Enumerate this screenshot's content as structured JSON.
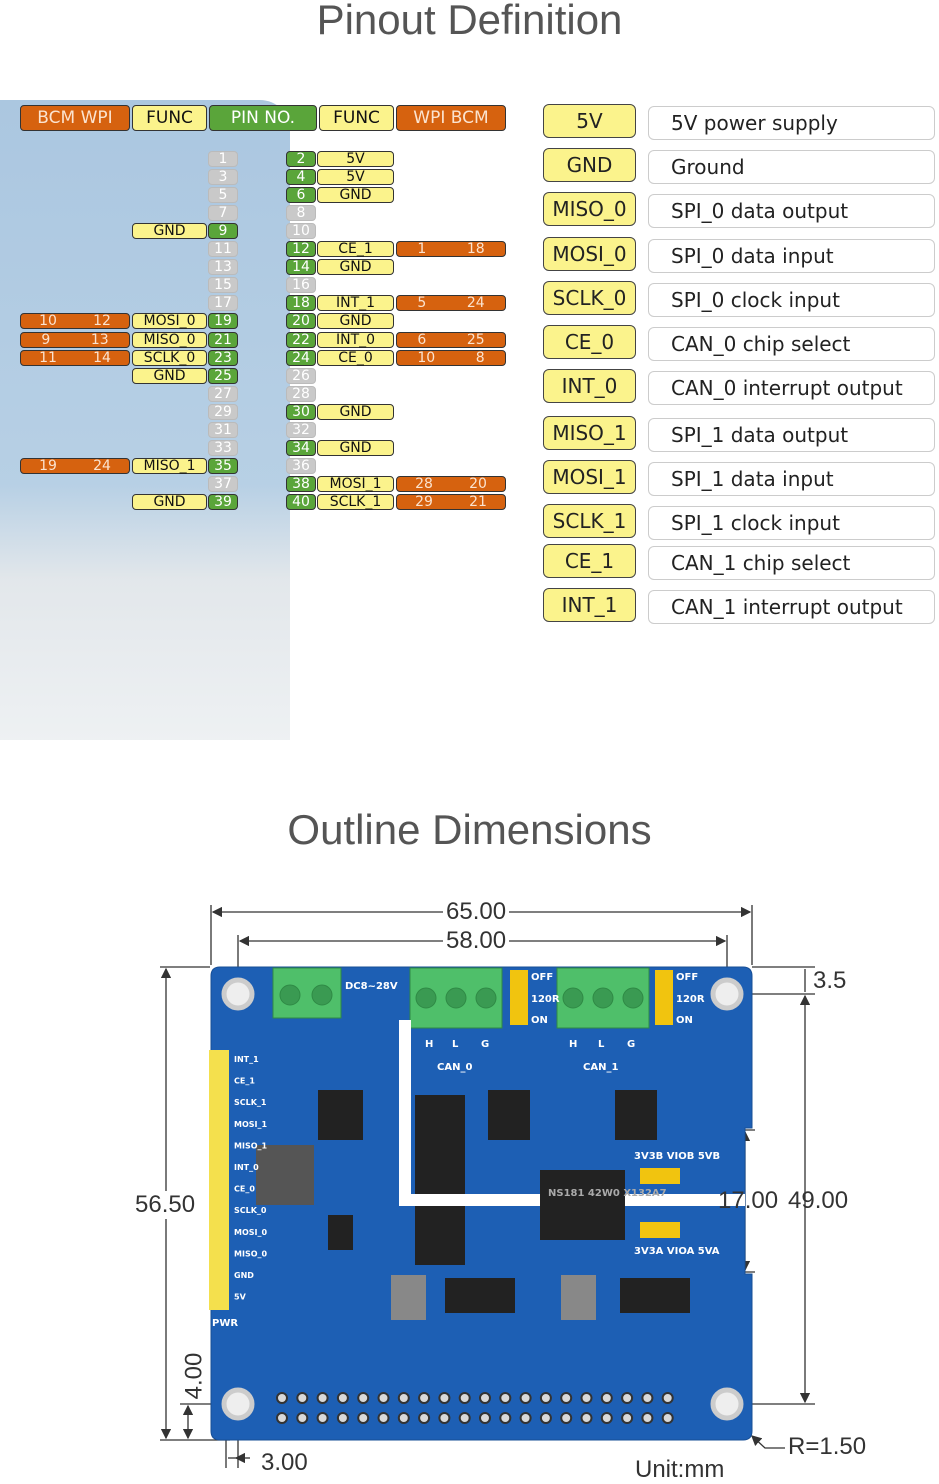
{
  "pinout": {
    "title": "Pinout Definition",
    "headers": {
      "left_bcm_wpi": "BCM  WPI",
      "left_func": "FUNC",
      "pin_no": "PIN NO.",
      "right_func": "FUNC",
      "right_wpi_bcm": "WPI  BCM"
    },
    "rows": [
      {
        "l_pin": "1",
        "r_pin": "2",
        "r_func": "5V"
      },
      {
        "l_pin": "3",
        "r_pin": "4",
        "r_func": "5V"
      },
      {
        "l_pin": "5",
        "r_pin": "6",
        "r_func": "GND"
      },
      {
        "l_pin": "7",
        "r_pin": "8"
      },
      {
        "l_pin": "9",
        "l_func": "GND",
        "r_pin": "10"
      },
      {
        "l_pin": "11",
        "r_pin": "12",
        "r_func": "CE_1",
        "r_wpi": "1",
        "r_bcm": "18"
      },
      {
        "l_pin": "13",
        "r_pin": "14",
        "r_func": "GND"
      },
      {
        "l_pin": "15",
        "r_pin": "16"
      },
      {
        "l_pin": "17",
        "r_pin": "18",
        "r_func": "INT_1",
        "r_wpi": "5",
        "r_bcm": "24"
      },
      {
        "l_pin": "19",
        "l_func": "MOSI_0",
        "l_bcm": "10",
        "l_wpi": "12",
        "r_pin": "20",
        "r_func": "GND"
      },
      {
        "l_pin": "21",
        "l_func": "MISO_0",
        "l_bcm": "9",
        "l_wpi": "13",
        "r_pin": "22",
        "r_func": "INT_0",
        "r_wpi": "6",
        "r_bcm": "25"
      },
      {
        "l_pin": "23",
        "l_func": "SCLK_0",
        "l_bcm": "11",
        "l_wpi": "14",
        "r_pin": "24",
        "r_func": "CE_0",
        "r_wpi": "10",
        "r_bcm": "8"
      },
      {
        "l_pin": "25",
        "l_func": "GND",
        "r_pin": "26"
      },
      {
        "l_pin": "27",
        "r_pin": "28"
      },
      {
        "l_pin": "29",
        "r_pin": "30",
        "r_func": "GND"
      },
      {
        "l_pin": "31",
        "r_pin": "32"
      },
      {
        "l_pin": "33",
        "r_pin": "34",
        "r_func": "GND"
      },
      {
        "l_pin": "35",
        "l_func": "MISO_1",
        "l_bcm": "19",
        "l_wpi": "24",
        "r_pin": "36"
      },
      {
        "l_pin": "37",
        "r_pin": "38",
        "r_func": "MOSI_1",
        "r_wpi": "28",
        "r_bcm": "20"
      },
      {
        "l_pin": "39",
        "l_func": "GND",
        "r_pin": "40",
        "r_func": "SCLK_1",
        "r_wpi": "29",
        "r_bcm": "21"
      }
    ],
    "legend": [
      {
        "key": "5V",
        "desc": "5V power supply"
      },
      {
        "key": "GND",
        "desc": "Ground"
      },
      {
        "key": "MISO_0",
        "desc": "SPI_0 data output"
      },
      {
        "key": "MOSI_0",
        "desc": "SPI_0 data input"
      },
      {
        "key": "SCLK_0",
        "desc": "SPI_0 clock input"
      },
      {
        "key": "CE_0",
        "desc": "CAN_0 chip select"
      },
      {
        "key": "INT_0",
        "desc": "CAN_0 interrupt output"
      },
      {
        "key": "MISO_1",
        "desc": "SPI_1 data output"
      },
      {
        "key": "MOSI_1",
        "desc": "SPI_1 data input"
      },
      {
        "key": "SCLK_1",
        "desc": "SPI_1 clock input"
      },
      {
        "key": "CE_1",
        "desc": "CAN_1 chip select"
      },
      {
        "key": "INT_1",
        "desc": "CAN_1 interrupt output"
      }
    ],
    "colors": {
      "bcm_wpi": "#d6620f",
      "func": "#fbf38c",
      "pin_used": "#5aa53a",
      "pin_unused": "#c9c9c9"
    }
  },
  "outline": {
    "title": "Outline Dimensions",
    "dims": {
      "width_total": "65.00",
      "hole_spacing_x": "58.00",
      "height_total": "56.50",
      "hole_spacing_y": "49.00",
      "notch": "17.00",
      "top_offset": "3.5",
      "bottom_offset": "4.00",
      "left_offset": "3.00",
      "radius": "R=1.50",
      "unit": "Unit:mm"
    },
    "board_labels": {
      "power": "DC8~28V",
      "can0": "CAN_0",
      "can1": "CAN_1",
      "h": "H",
      "l": "L",
      "g": "G",
      "off": "OFF",
      "on": "ON",
      "r120": "120R",
      "vio_b": "3V3B VIOB 5VB",
      "vio_a": "3V3A VIOA 5VA",
      "pwr": "PWR",
      "chip": "NS181 42W0 X132A7"
    },
    "side_header": [
      "INT_1",
      "CE_1",
      "SCLK_1",
      "MOSI_1",
      "MISO_1",
      "INT_0",
      "CE_0",
      "SCLK_0",
      "MOSI_0",
      "MISO_0",
      "GND",
      "5V"
    ]
  }
}
